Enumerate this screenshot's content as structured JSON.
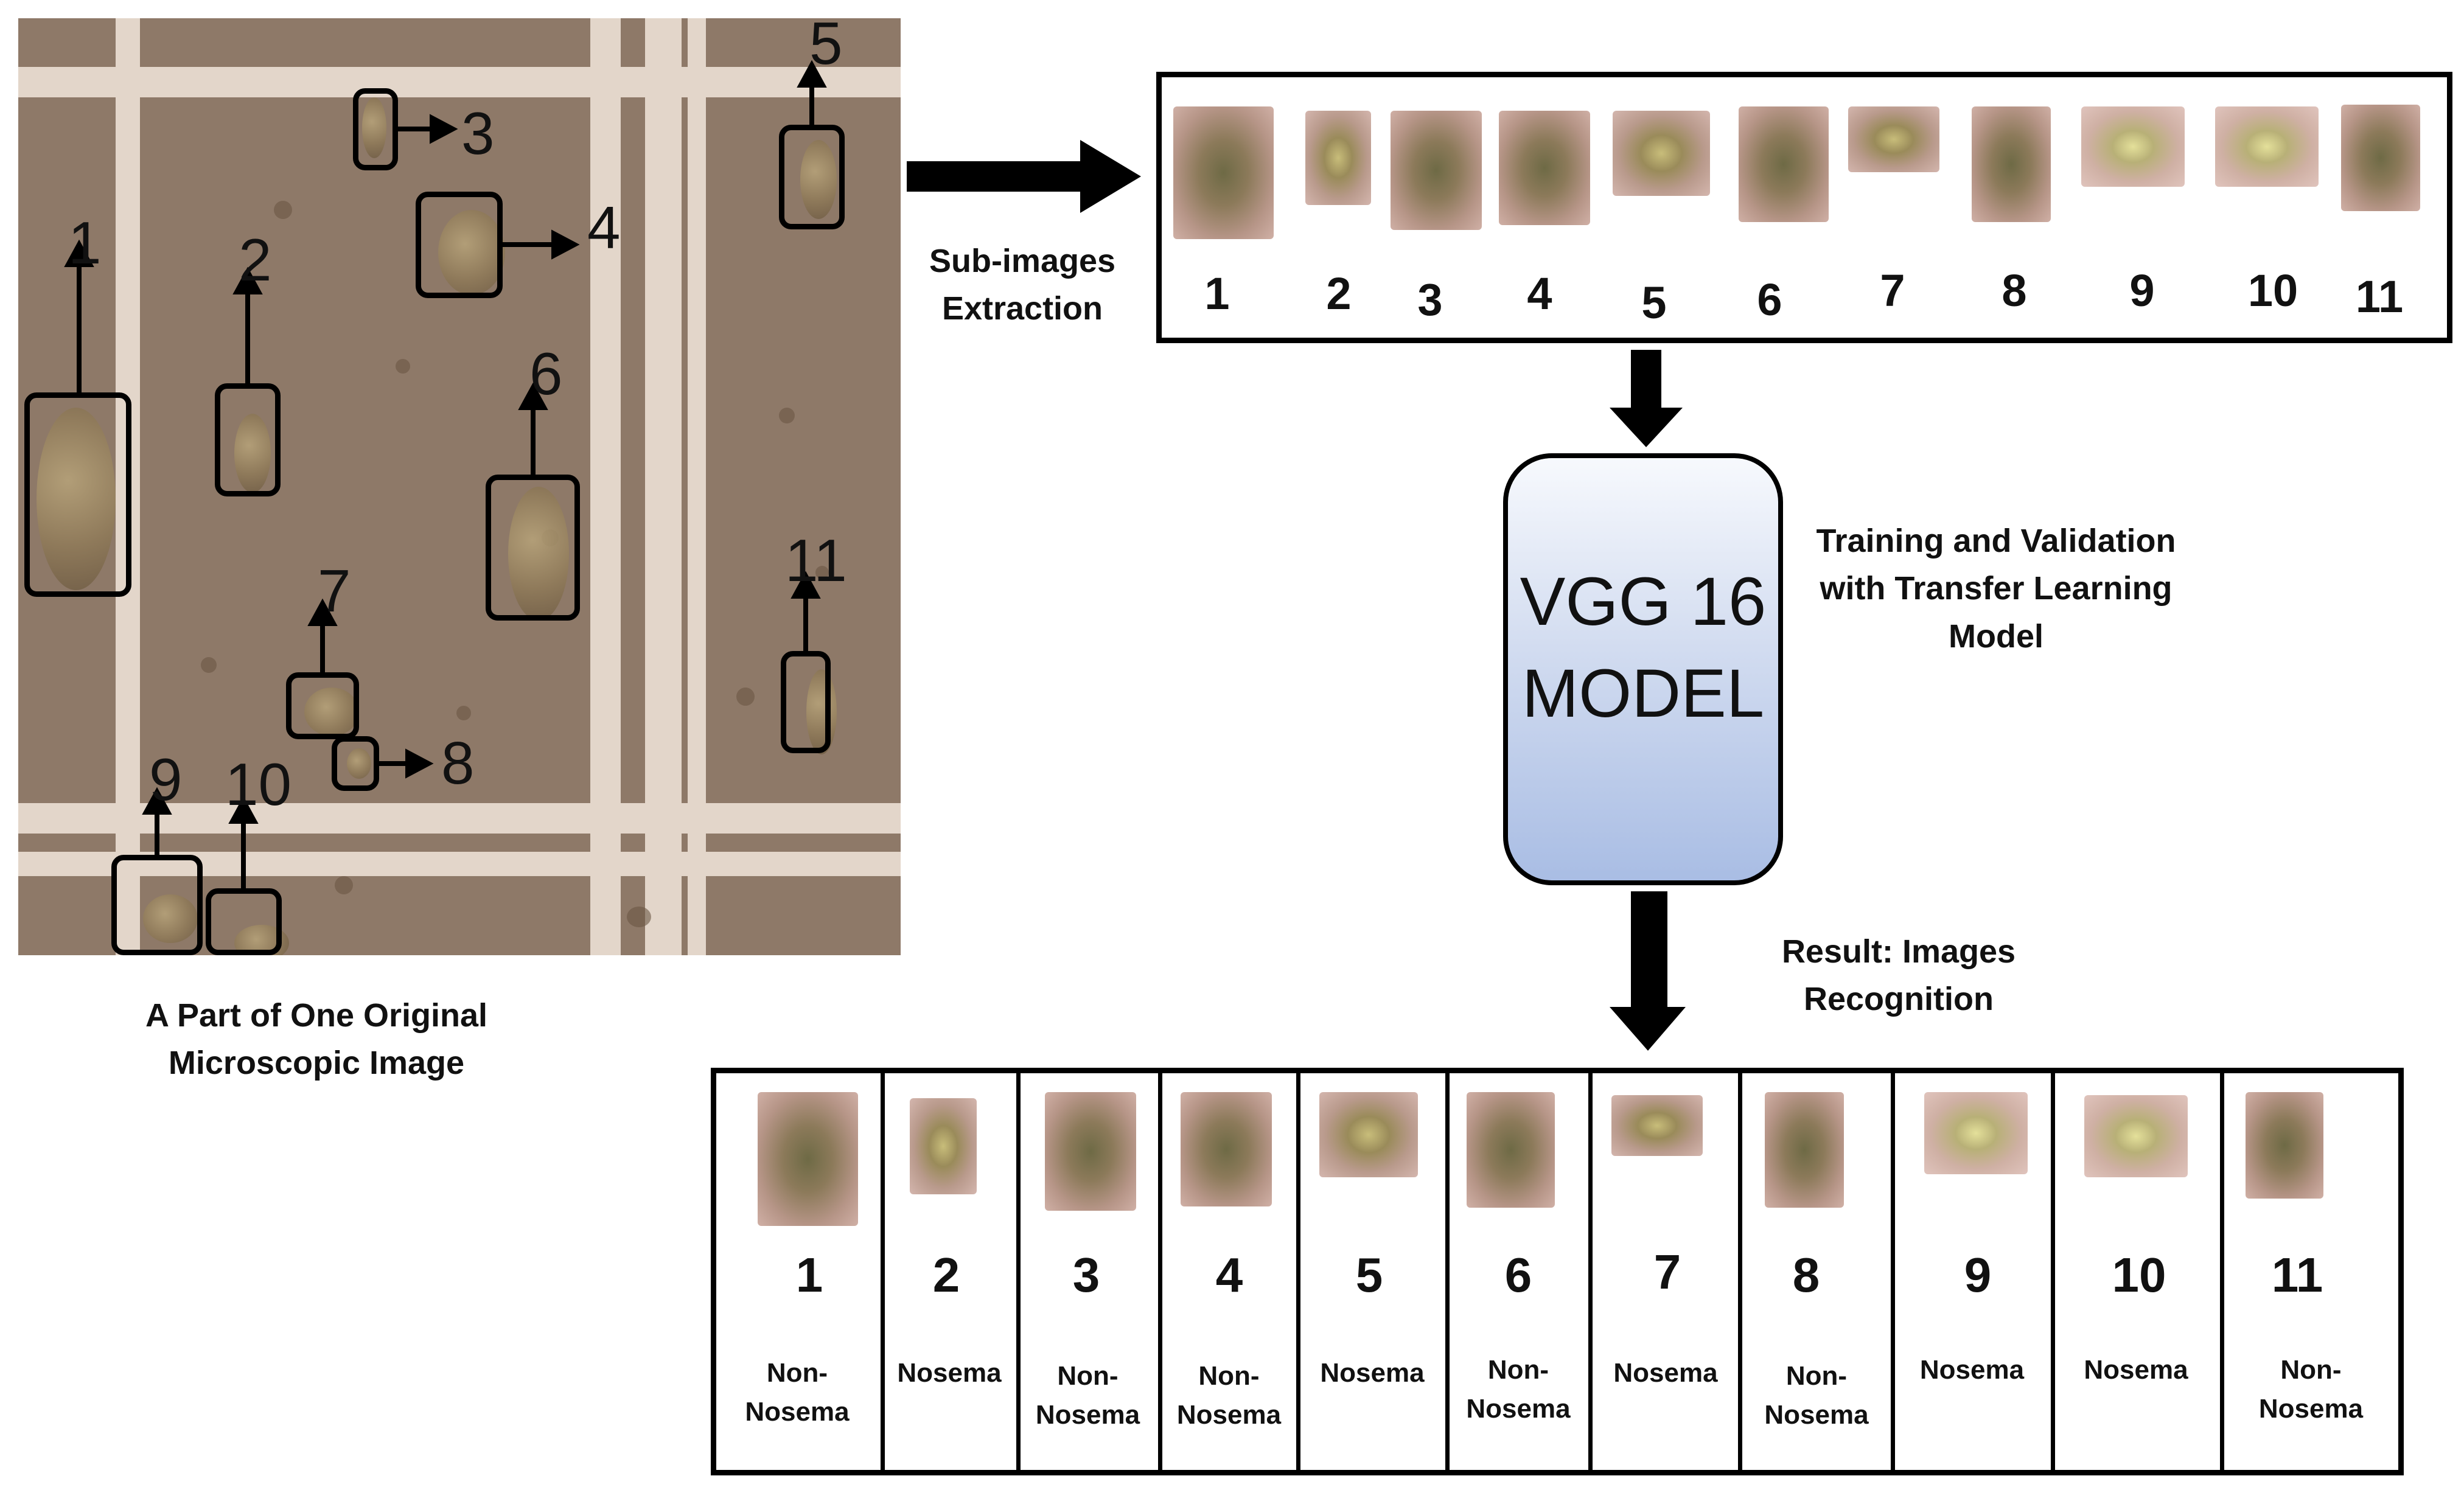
{
  "microscope": {
    "caption_line1": "A Part of One Original",
    "caption_line2": "Microscopic Image",
    "annotations": [
      "1",
      "2",
      "3",
      "4",
      "5",
      "6",
      "7",
      "8",
      "9",
      "10",
      "11"
    ]
  },
  "extraction": {
    "label_line1": "Sub-images",
    "label_line2": "Extraction",
    "numbers": [
      "1",
      "2",
      "3",
      "4",
      "5",
      "6",
      "7",
      "8",
      "9",
      "10",
      "11"
    ]
  },
  "model": {
    "line1": "VGG 16",
    "line2": "MODEL",
    "side_line1": "Training and Validation",
    "side_line2": "with Transfer Learning",
    "side_line3": "Model"
  },
  "result": {
    "label_line1": "Result:  Images",
    "label_line2": "Recognition",
    "items": [
      {
        "num": "1",
        "label": "Non-\nNosema"
      },
      {
        "num": "2",
        "label": "Nosema"
      },
      {
        "num": "3",
        "label": "Non-\nNosema"
      },
      {
        "num": "4",
        "label": "Non-\nNosema"
      },
      {
        "num": "5",
        "label": "Nosema"
      },
      {
        "num": "6",
        "label": "Non-\nNosema"
      },
      {
        "num": "7",
        "label": "Nosema"
      },
      {
        "num": "8",
        "label": "Non-\nNosema"
      },
      {
        "num": "9",
        "label": "Nosema"
      },
      {
        "num": "10",
        "label": "Nosema"
      },
      {
        "num": "11",
        "label": "Non-\nNosema"
      }
    ]
  },
  "colors": {
    "model_top": "#f7f9fd",
    "model_bottom": "#a9bde4",
    "photo_bg": "#8e7968",
    "grid_line": "#e3d6ca"
  }
}
